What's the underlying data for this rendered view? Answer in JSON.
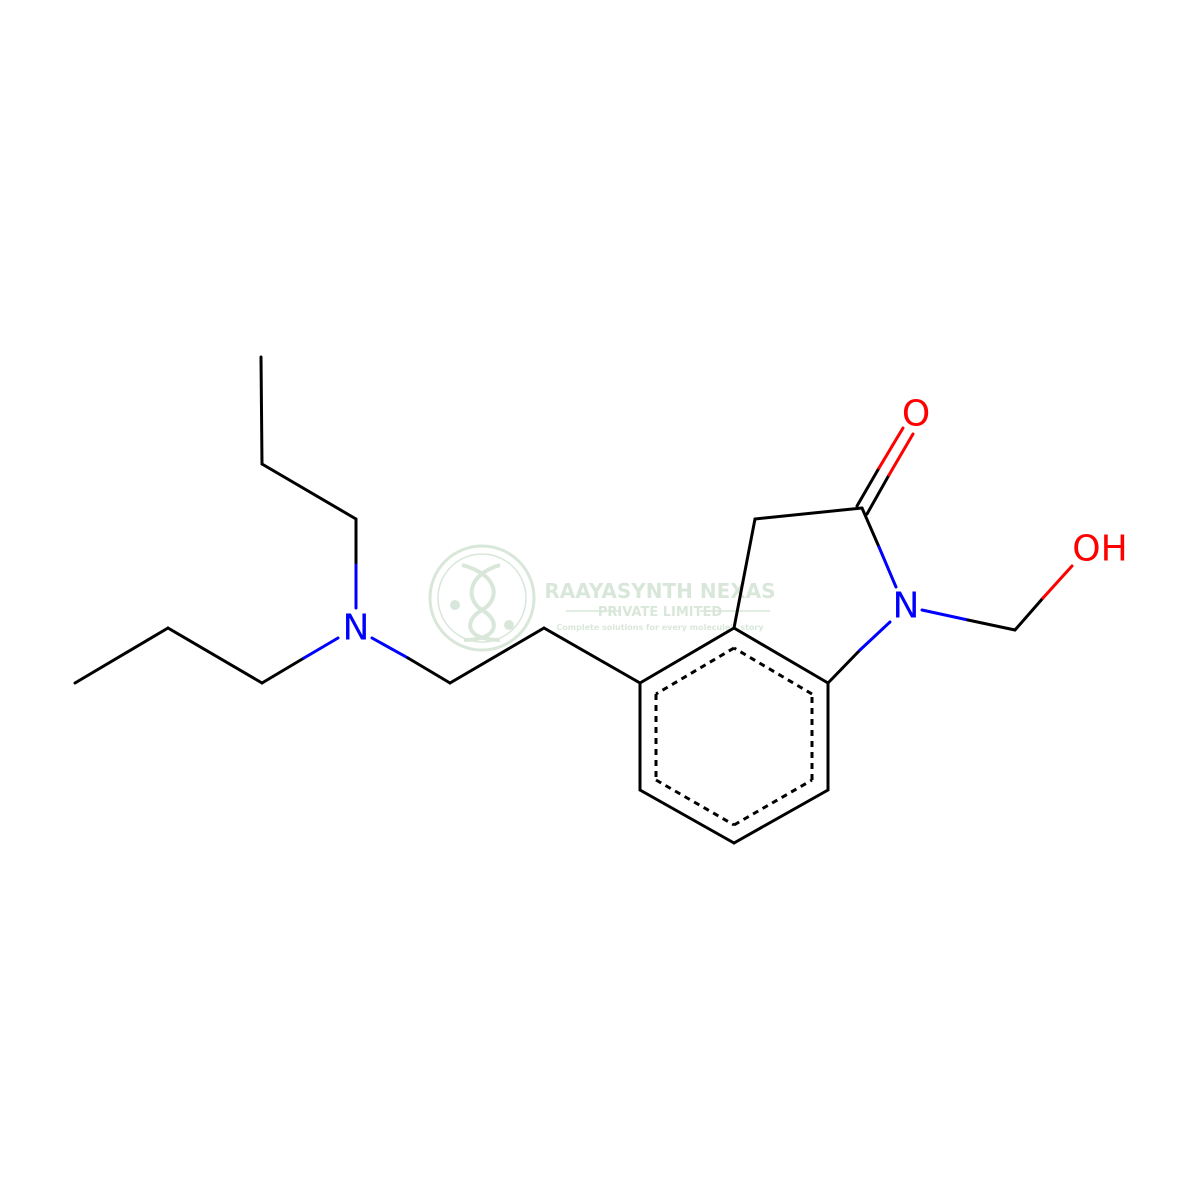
{
  "structure": {
    "atoms": {
      "amine_n": {
        "symbol": "N",
        "color": "#0000ff"
      },
      "lactam_n": {
        "symbol": "N",
        "color": "#0000ff"
      },
      "carbonyl_o": {
        "symbol": "O",
        "color": "#ff0000"
      },
      "hydroxyl": {
        "symbol": "OH",
        "color": "#ff0000"
      }
    }
  },
  "watermark": {
    "company": "RAAYASYNTH NEXAS",
    "subtitle": "PRIVATE LIMITED",
    "tagline": "Complete solutions for every molecule's story",
    "color": "#2e7d32"
  }
}
